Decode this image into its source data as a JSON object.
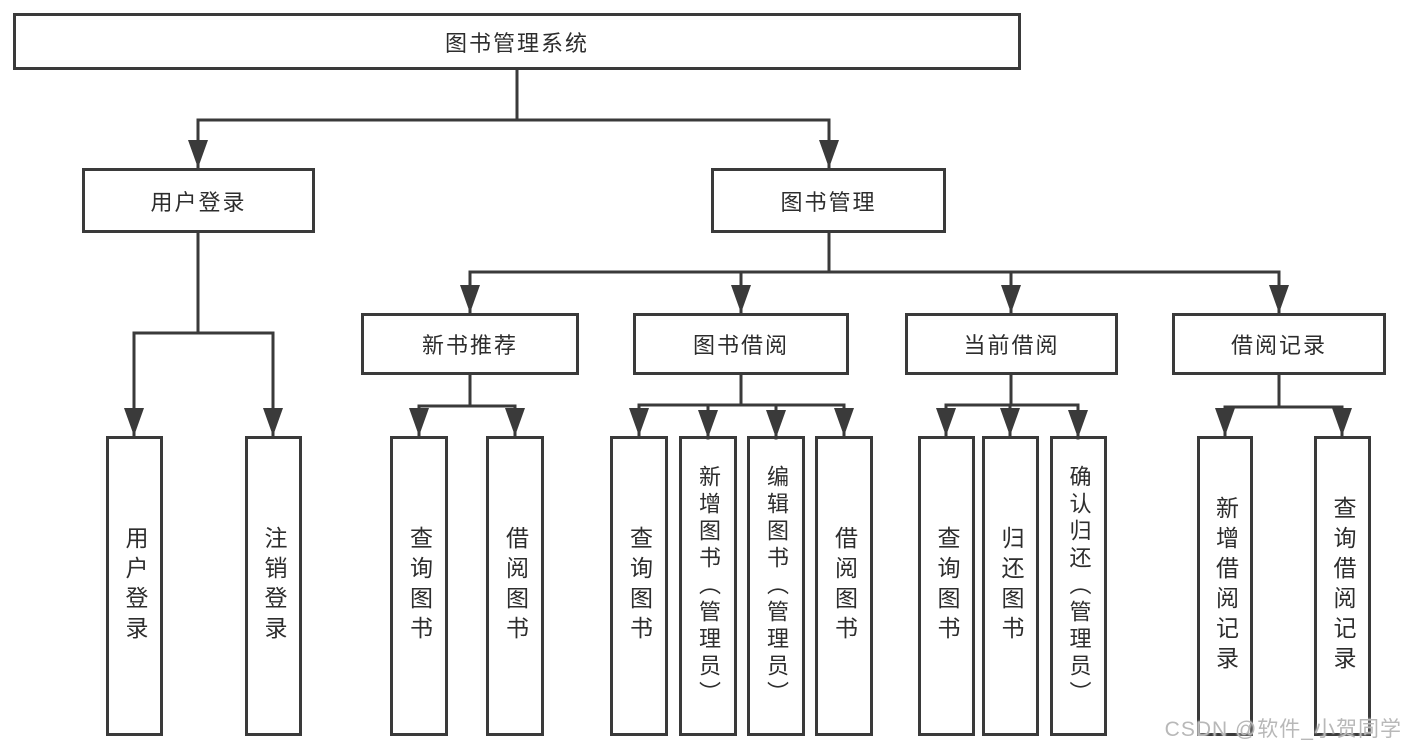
{
  "diagram": {
    "root": "图书管理系统",
    "level2": {
      "user_login": "用户登录",
      "book_management": "图书管理"
    },
    "level3": {
      "new_book_recommend": "新书推荐",
      "book_borrow": "图书借阅",
      "current_borrow": "当前借阅",
      "borrow_records": "借阅记录"
    },
    "leaves": {
      "user_login": "用户登录",
      "logout": "注销登录",
      "recommend_query_books": "查询图书",
      "recommend_borrow_books": "借阅图书",
      "borrow_query_books": "查询图书",
      "borrow_add_books": "新增图书（管理员）",
      "borrow_edit_books": "编辑图书（管理员）",
      "borrow_borrow_books": "借阅图书",
      "current_query_books": "查询图书",
      "current_return_books": "归还图书",
      "current_confirm_return": "确认归还（管理员）",
      "records_add_record": "新增借阅记录",
      "records_query_record": "查询借阅记录"
    },
    "colors": {
      "line": "#3a3a3a",
      "text": "#2d2d2d",
      "watermark": "#b8b8b8"
    }
  },
  "watermark": "CSDN @软件_小贺同学"
}
